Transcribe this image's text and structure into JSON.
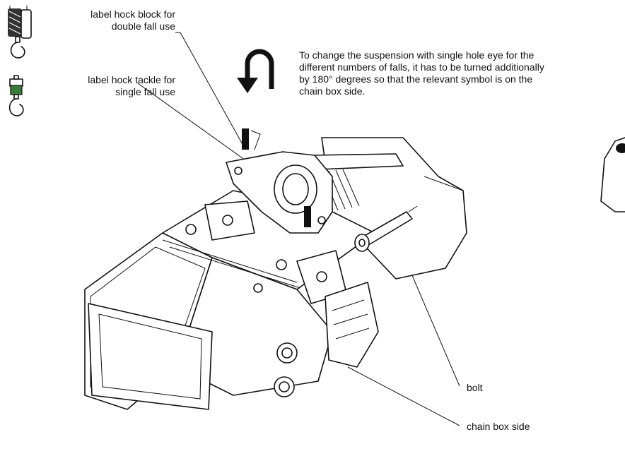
{
  "labels": {
    "hook_block_line1": "label hock block for",
    "hook_block_line2": "double fall use",
    "hook_tackle_line1": "label hock tackle for",
    "hook_tackle_line2": "single fall use",
    "note_line1": "To change the suspension with single hole eye for the",
    "note_line2": "different numbers of falls, it has to be turned additionally",
    "note_line3": "by 180° degrees so that the relevant symbol is on the",
    "note_line4": "chain box side.",
    "bolt": "bolt",
    "chain_box_side": "chain box side"
  },
  "icons": {
    "hook_block": "hook-block-icon",
    "hook_tackle": "hook-tackle-icon",
    "rotate_arrow": "u-turn-arrow-icon"
  },
  "colors": {
    "line": "#111111",
    "accent_green": "#3c7a3c",
    "background": "#ffffff"
  }
}
